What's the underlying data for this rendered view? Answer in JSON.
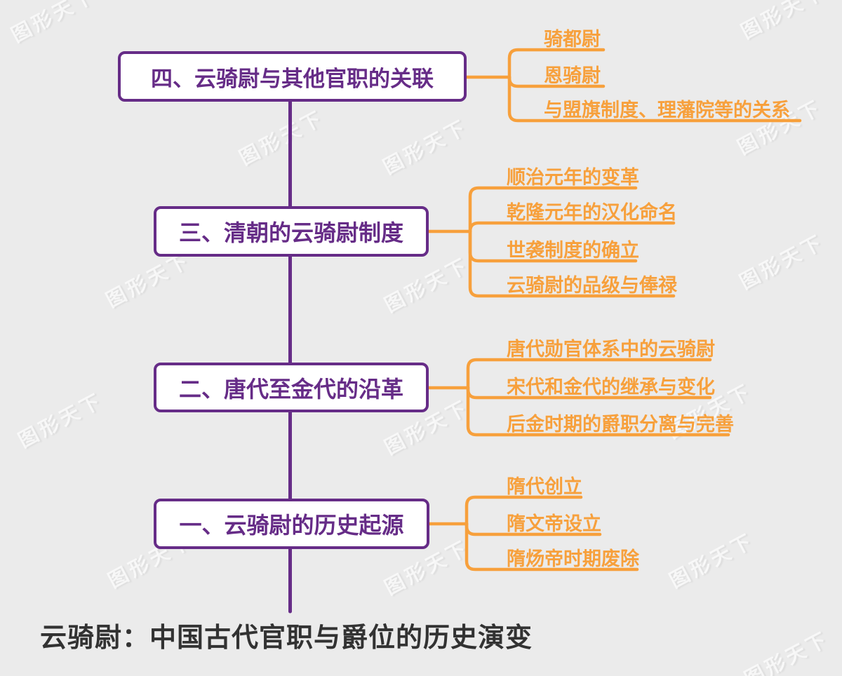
{
  "title": "云骑尉：中国古代官职与爵位的历史演变",
  "watermark": {
    "text": "图形天下"
  },
  "colors": {
    "purple": "#662C87",
    "orange": "#F7A03C",
    "background": "#EBEBEB",
    "title_text": "#323232"
  },
  "groups": [
    {
      "box_label": "四、云骑尉与其他官职的关联",
      "branches": [
        "骑都尉",
        "恩骑尉",
        "与盟旗制度、理藩院等的关系"
      ]
    },
    {
      "box_label": "三、清朝的云骑尉制度",
      "branches": [
        "顺治元年的变革",
        "乾隆元年的汉化命名",
        "世袭制度的确立",
        "云骑尉的品级与俸禄"
      ]
    },
    {
      "box_label": "二、唐代至金代的沿革",
      "branches": [
        "唐代勋官体系中的云骑尉",
        "宋代和金代的继承与变化",
        "后金时期的爵职分离与完善"
      ]
    },
    {
      "box_label": "一、云骑尉的历史起源",
      "branches": [
        "隋代创立",
        "隋文帝设立",
        "隋炀帝时期废除"
      ]
    }
  ]
}
